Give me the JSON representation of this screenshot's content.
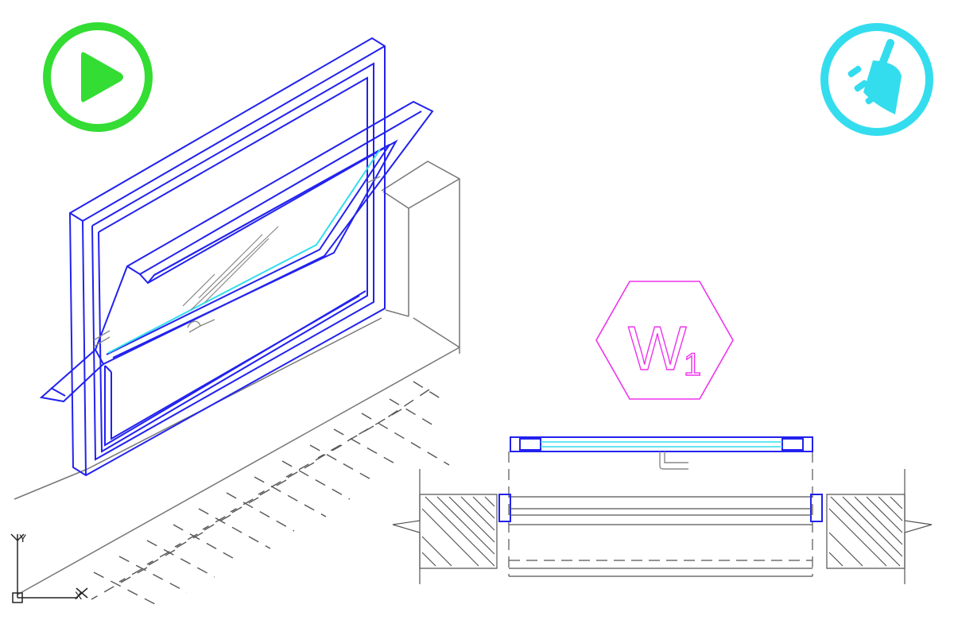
{
  "toolbar": {
    "play_icon": "play-icon",
    "clean_icon": "broom-icon",
    "play_color": "#33dd33",
    "clean_color": "#33ddee"
  },
  "tag": {
    "letter": "W",
    "subscript": "1",
    "color": "#ee33ee"
  },
  "ucs": {
    "x_label": "X",
    "y_label": "Y"
  },
  "colors": {
    "window_frame": "#2222ee",
    "glass": "#33ddee",
    "wall": "#777777"
  }
}
